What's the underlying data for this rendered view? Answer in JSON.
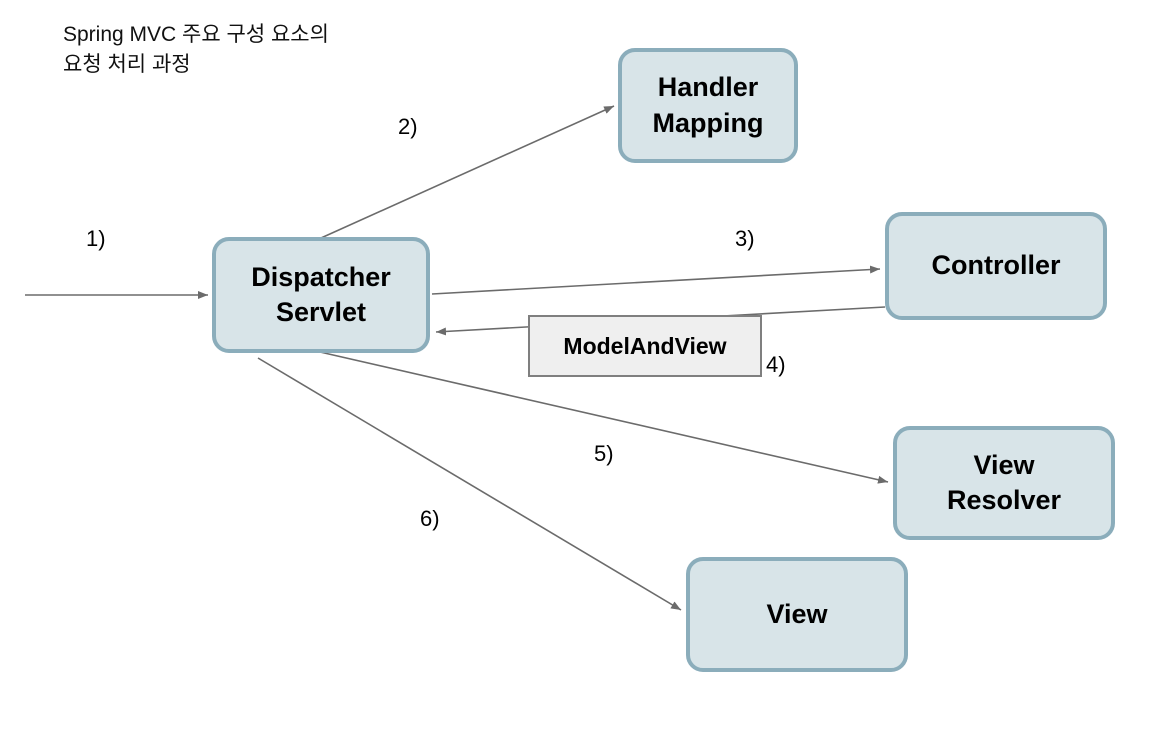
{
  "title": {
    "line1": "Spring MVC 주요 구성 요소의",
    "line2": "요청 처리 과정"
  },
  "nodes": {
    "handler_mapping": {
      "label": "Handler\nMapping"
    },
    "dispatcher_servlet": {
      "label": "Dispatcher\nServlet"
    },
    "controller": {
      "label": "Controller"
    },
    "view_resolver": {
      "label": "View\nResolver"
    },
    "view": {
      "label": "View"
    },
    "model_and_view": {
      "label": "ModelAndView"
    }
  },
  "steps": [
    {
      "label": "1)",
      "description": "incoming request to DispatcherServlet"
    },
    {
      "label": "2)",
      "description": "DispatcherServlet to HandlerMapping"
    },
    {
      "label": "3)",
      "description": "DispatcherServlet to Controller"
    },
    {
      "label": "4)",
      "description": "Controller returns ModelAndView to DispatcherServlet"
    },
    {
      "label": "5)",
      "description": "DispatcherServlet to ViewResolver"
    },
    {
      "label": "6)",
      "description": "DispatcherServlet to View"
    }
  ],
  "colors": {
    "node_fill": "#d8e4e8",
    "node_border": "#8badbb",
    "note_fill": "#efefef",
    "note_border": "#7f7f7f",
    "arrow": "#6b6b6b",
    "text": "#000000"
  }
}
